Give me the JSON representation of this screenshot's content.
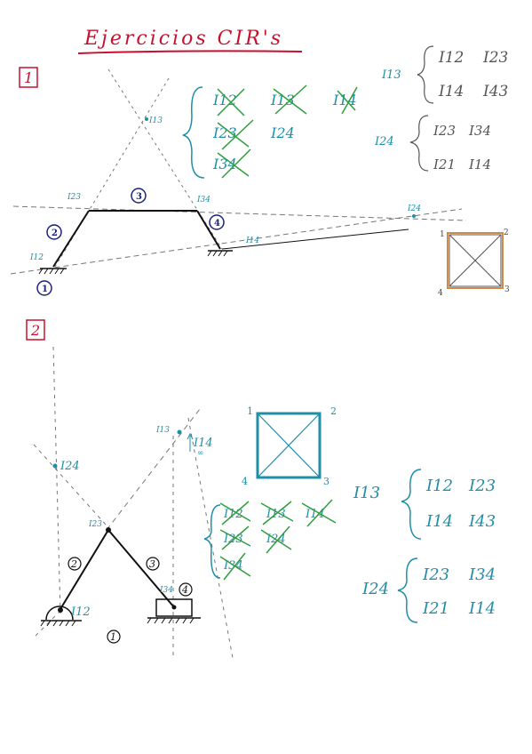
{
  "title": "Ejercicios CIR's",
  "colors": {
    "red": "#c8102e",
    "teal": "#1f8fa8",
    "green": "#2e9e3e",
    "gray": "#555555",
    "navy": "#1a237e",
    "black": "#111111"
  },
  "ex1": {
    "number": "1",
    "labels": {
      "I13": "I13",
      "I23": "I23",
      "I34": "I34",
      "I12": "I12",
      "I14": "I14",
      "I24": "I24"
    },
    "links": [
      "1",
      "2",
      "3",
      "4"
    ],
    "table": {
      "row1": [
        "I12",
        "I13",
        "I14"
      ],
      "row2": [
        "I23",
        "I24"
      ],
      "row3": [
        "I34"
      ]
    },
    "rel_I13": {
      "key": "I13",
      "a": [
        "I12",
        "I23"
      ],
      "b": [
        "I14",
        "I43"
      ]
    },
    "rel_I24": {
      "key": "I24",
      "a": [
        "I23",
        "I34"
      ],
      "b": [
        "I21",
        "I14"
      ]
    },
    "square_nodes": [
      "1",
      "2",
      "3",
      "4"
    ]
  },
  "ex2": {
    "number": "2",
    "labels": {
      "I13": "I13",
      "I14": "I14",
      "inf": "∞",
      "I24": "I24",
      "I23": "I23",
      "I34": "I34",
      "I12": "I12"
    },
    "links": [
      "2",
      "3",
      "4",
      "1"
    ],
    "table": {
      "row1": [
        "I12",
        "I13",
        "I14"
      ],
      "row2": [
        "I23",
        "I24"
      ],
      "row3": [
        "I34"
      ]
    },
    "rel_I13": {
      "key": "I13",
      "a": [
        "I12",
        "I23"
      ],
      "b": [
        "I14",
        "I43"
      ]
    },
    "rel_I24": {
      "key": "I24",
      "a": [
        "I23",
        "I34"
      ],
      "b": [
        "I21",
        "I14"
      ]
    },
    "square_nodes": [
      "1",
      "2",
      "3",
      "4"
    ]
  }
}
